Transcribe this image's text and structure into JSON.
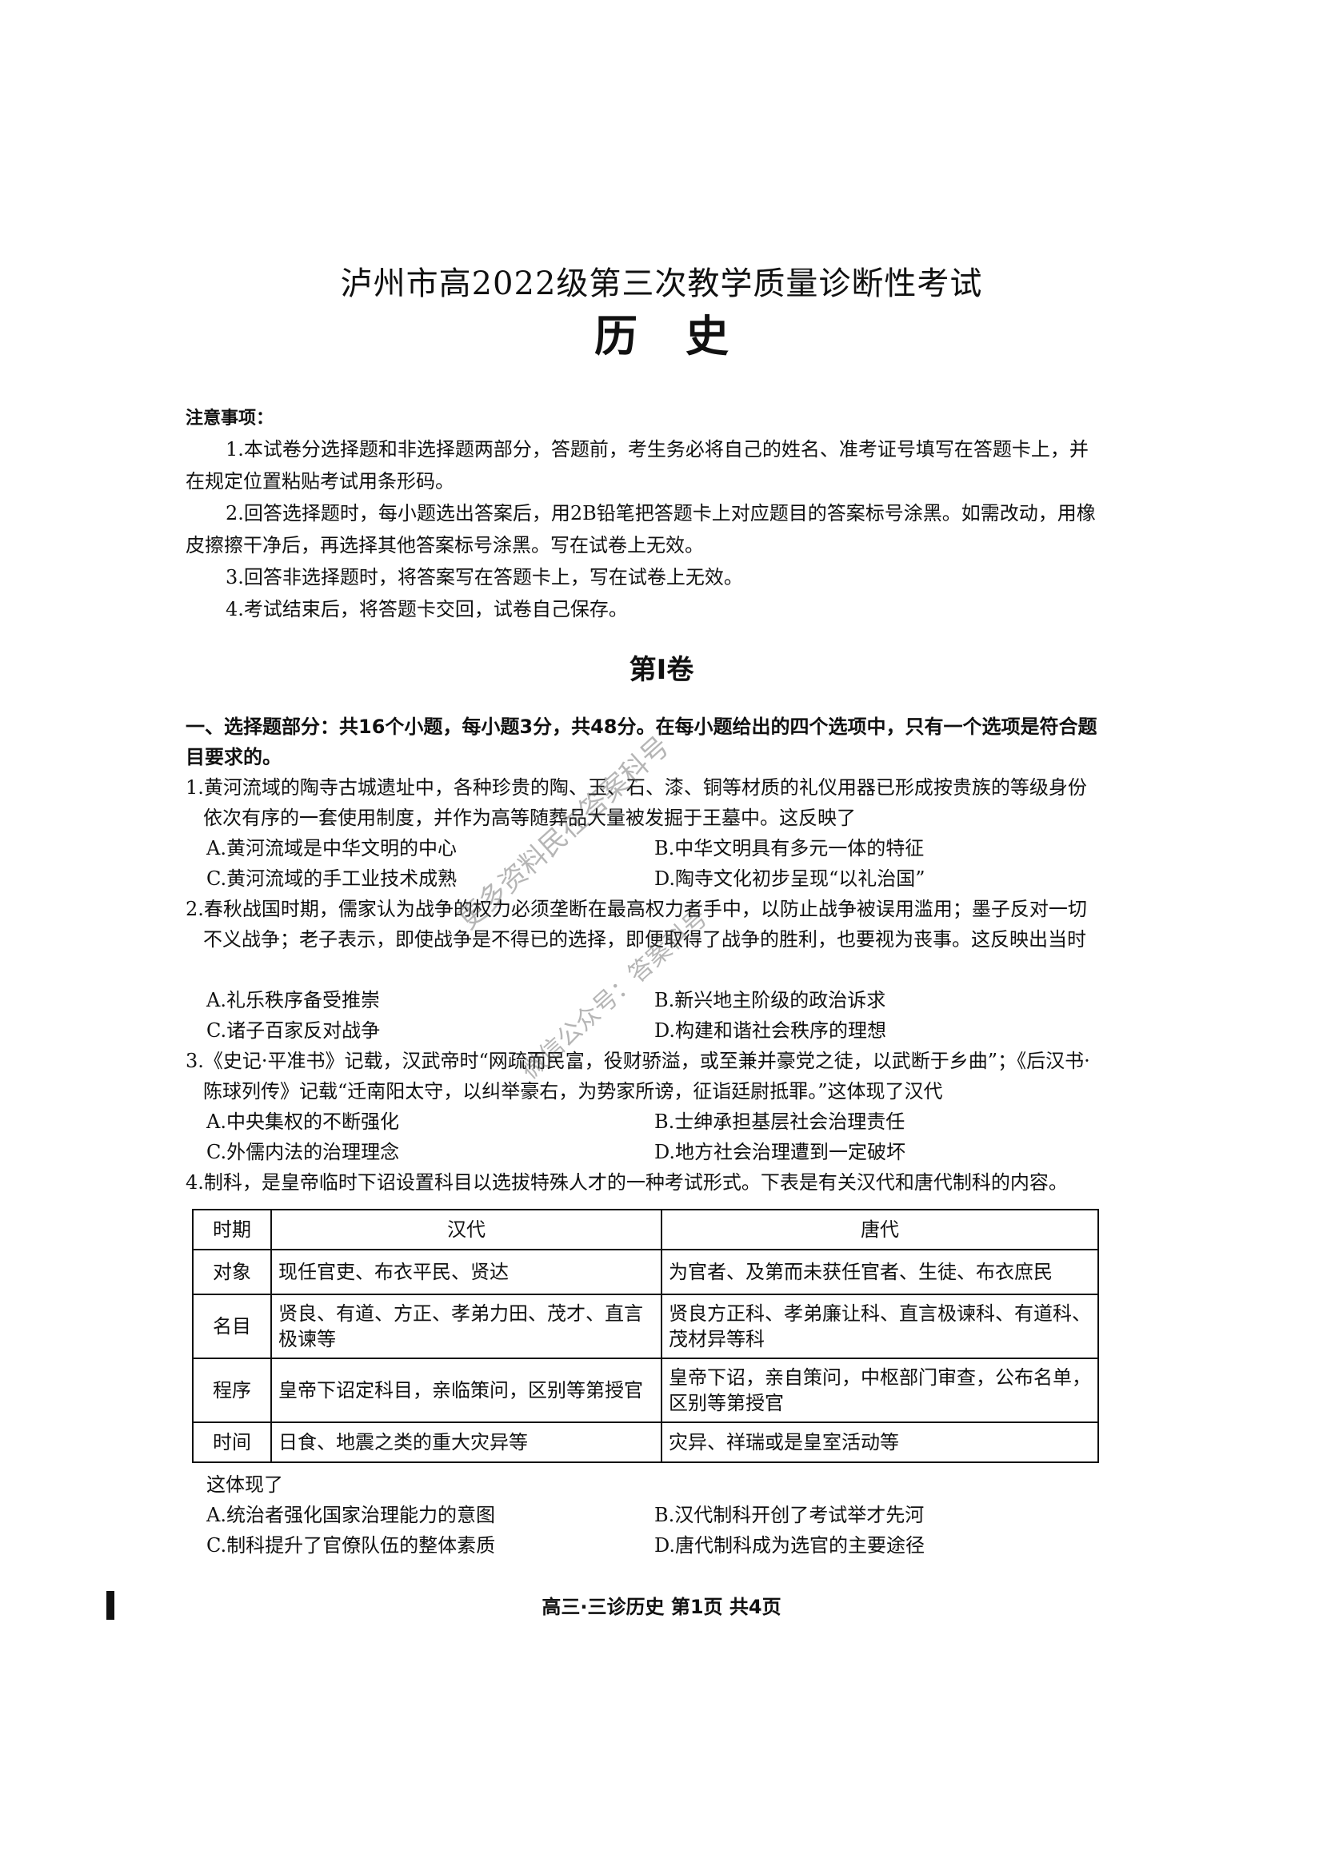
{
  "header": {
    "title": "泸州市高2022级第三次教学质量诊断性考试",
    "subject": "历史"
  },
  "notice": {
    "title": "注意事项：",
    "items": [
      "1.本试卷分选择题和非选择题两部分，答题前，考生务必将自己的姓名、准考证号填写在答题卡上，并在规定位置粘贴考试用条形码。",
      "2.回答选择题时，每小题选出答案后，用2B铅笔把答题卡上对应题目的答案标号涂黑。如需改动，用橡皮擦擦干净后，再选择其他答案标号涂黑。写在试卷上无效。",
      "3.回答非选择题时，将答案写在答题卡上，写在试卷上无效。",
      "4.考试结束后，将答题卡交回，试卷自己保存。"
    ]
  },
  "volume": "第Ⅰ卷",
  "section": "一、选择题部分：共16个小题，每小题3分，共48分。在每小题给出的四个选项中，只有一个选项是符合题目要求的。",
  "questions": [
    {
      "stem": "1.黄河流域的陶寺古城遗址中，各种珍贵的陶、玉、石、漆、铜等材质的礼仪用器已形成按贵族的等级身份依次有序的一套使用制度，并作为高等随葬品大量被发掘于王墓中。这反映了",
      "options": [
        "A.黄河流域是中华文明的中心",
        "B.中华文明具有多元一体的特征",
        "C.黄河流域的手工业技术成熟",
        "D.陶寺文化初步呈现“以礼治国”"
      ]
    },
    {
      "stem": "2.春秋战国时期，儒家认为战争的权力必须垄断在最高权力者手中，以防止战争被误用滥用；墨子反对一切不义战争；老子表示，即使战争是不得已的选择，即便取得了战争的胜利，也要视为丧事。这反映出当时",
      "options": [
        "A.礼乐秩序备受推崇",
        "B.新兴地主阶级的政治诉求",
        "C.诸子百家反对战争",
        "D.构建和谐社会秩序的理想"
      ]
    },
    {
      "stem": "3.《史记·平准书》记载，汉武帝时“网疏而民富，役财骄溢，或至兼并豪党之徒，以武断于乡曲”；《后汉书·陈球列传》记载“迁南阳太守，以纠举豪右，为势家所谤，征诣廷尉抵罪。”这体现了汉代",
      "options": [
        "A.中央集权的不断强化",
        "B.士绅承担基层社会治理责任",
        "C.外儒内法的治理理念",
        "D.地方社会治理遭到一定破坏"
      ]
    },
    {
      "stem": "4.制科，是皇帝临时下诏设置科目以选拔特殊人才的一种考试形式。下表是有关汉代和唐代制科的内容。",
      "options": []
    }
  ],
  "table": {
    "headers": [
      "时期",
      "汉代",
      "唐代"
    ],
    "rows": [
      [
        "对象",
        "现任官吏、布衣平民、贤达",
        "为官者、及第而未获任官者、生徒、布衣庶民"
      ],
      [
        "名目",
        "贤良、有道、方正、孝弟力田、茂才、直言极谏等",
        "贤良方正科、孝弟廉让科、直言极谏科、有道科、茂材异等科"
      ],
      [
        "程序",
        "皇帝下诏定科目，亲临策问，区别等第授官",
        "皇帝下诏，亲自策问，中枢部门审查，公布名单，区别等第授官"
      ],
      [
        "时间",
        "日食、地震之类的重大灾异等",
        "灾异、祥瑞或是皇室活动等"
      ]
    ]
  },
  "q4": {
    "lead": "这体现了",
    "options": [
      "A.统治者强化国家治理能力的意图",
      "B.汉代制科开创了考试举才先河",
      "C.制科提升了官僚队伍的整体素质",
      "D.唐代制科成为选官的主要途径"
    ]
  },
  "watermark": {
    "line1": "更多资料民在答案科号",
    "line2": "微信公众号：答案科号"
  },
  "footer": "高三·三诊历史 第1页 共4页"
}
